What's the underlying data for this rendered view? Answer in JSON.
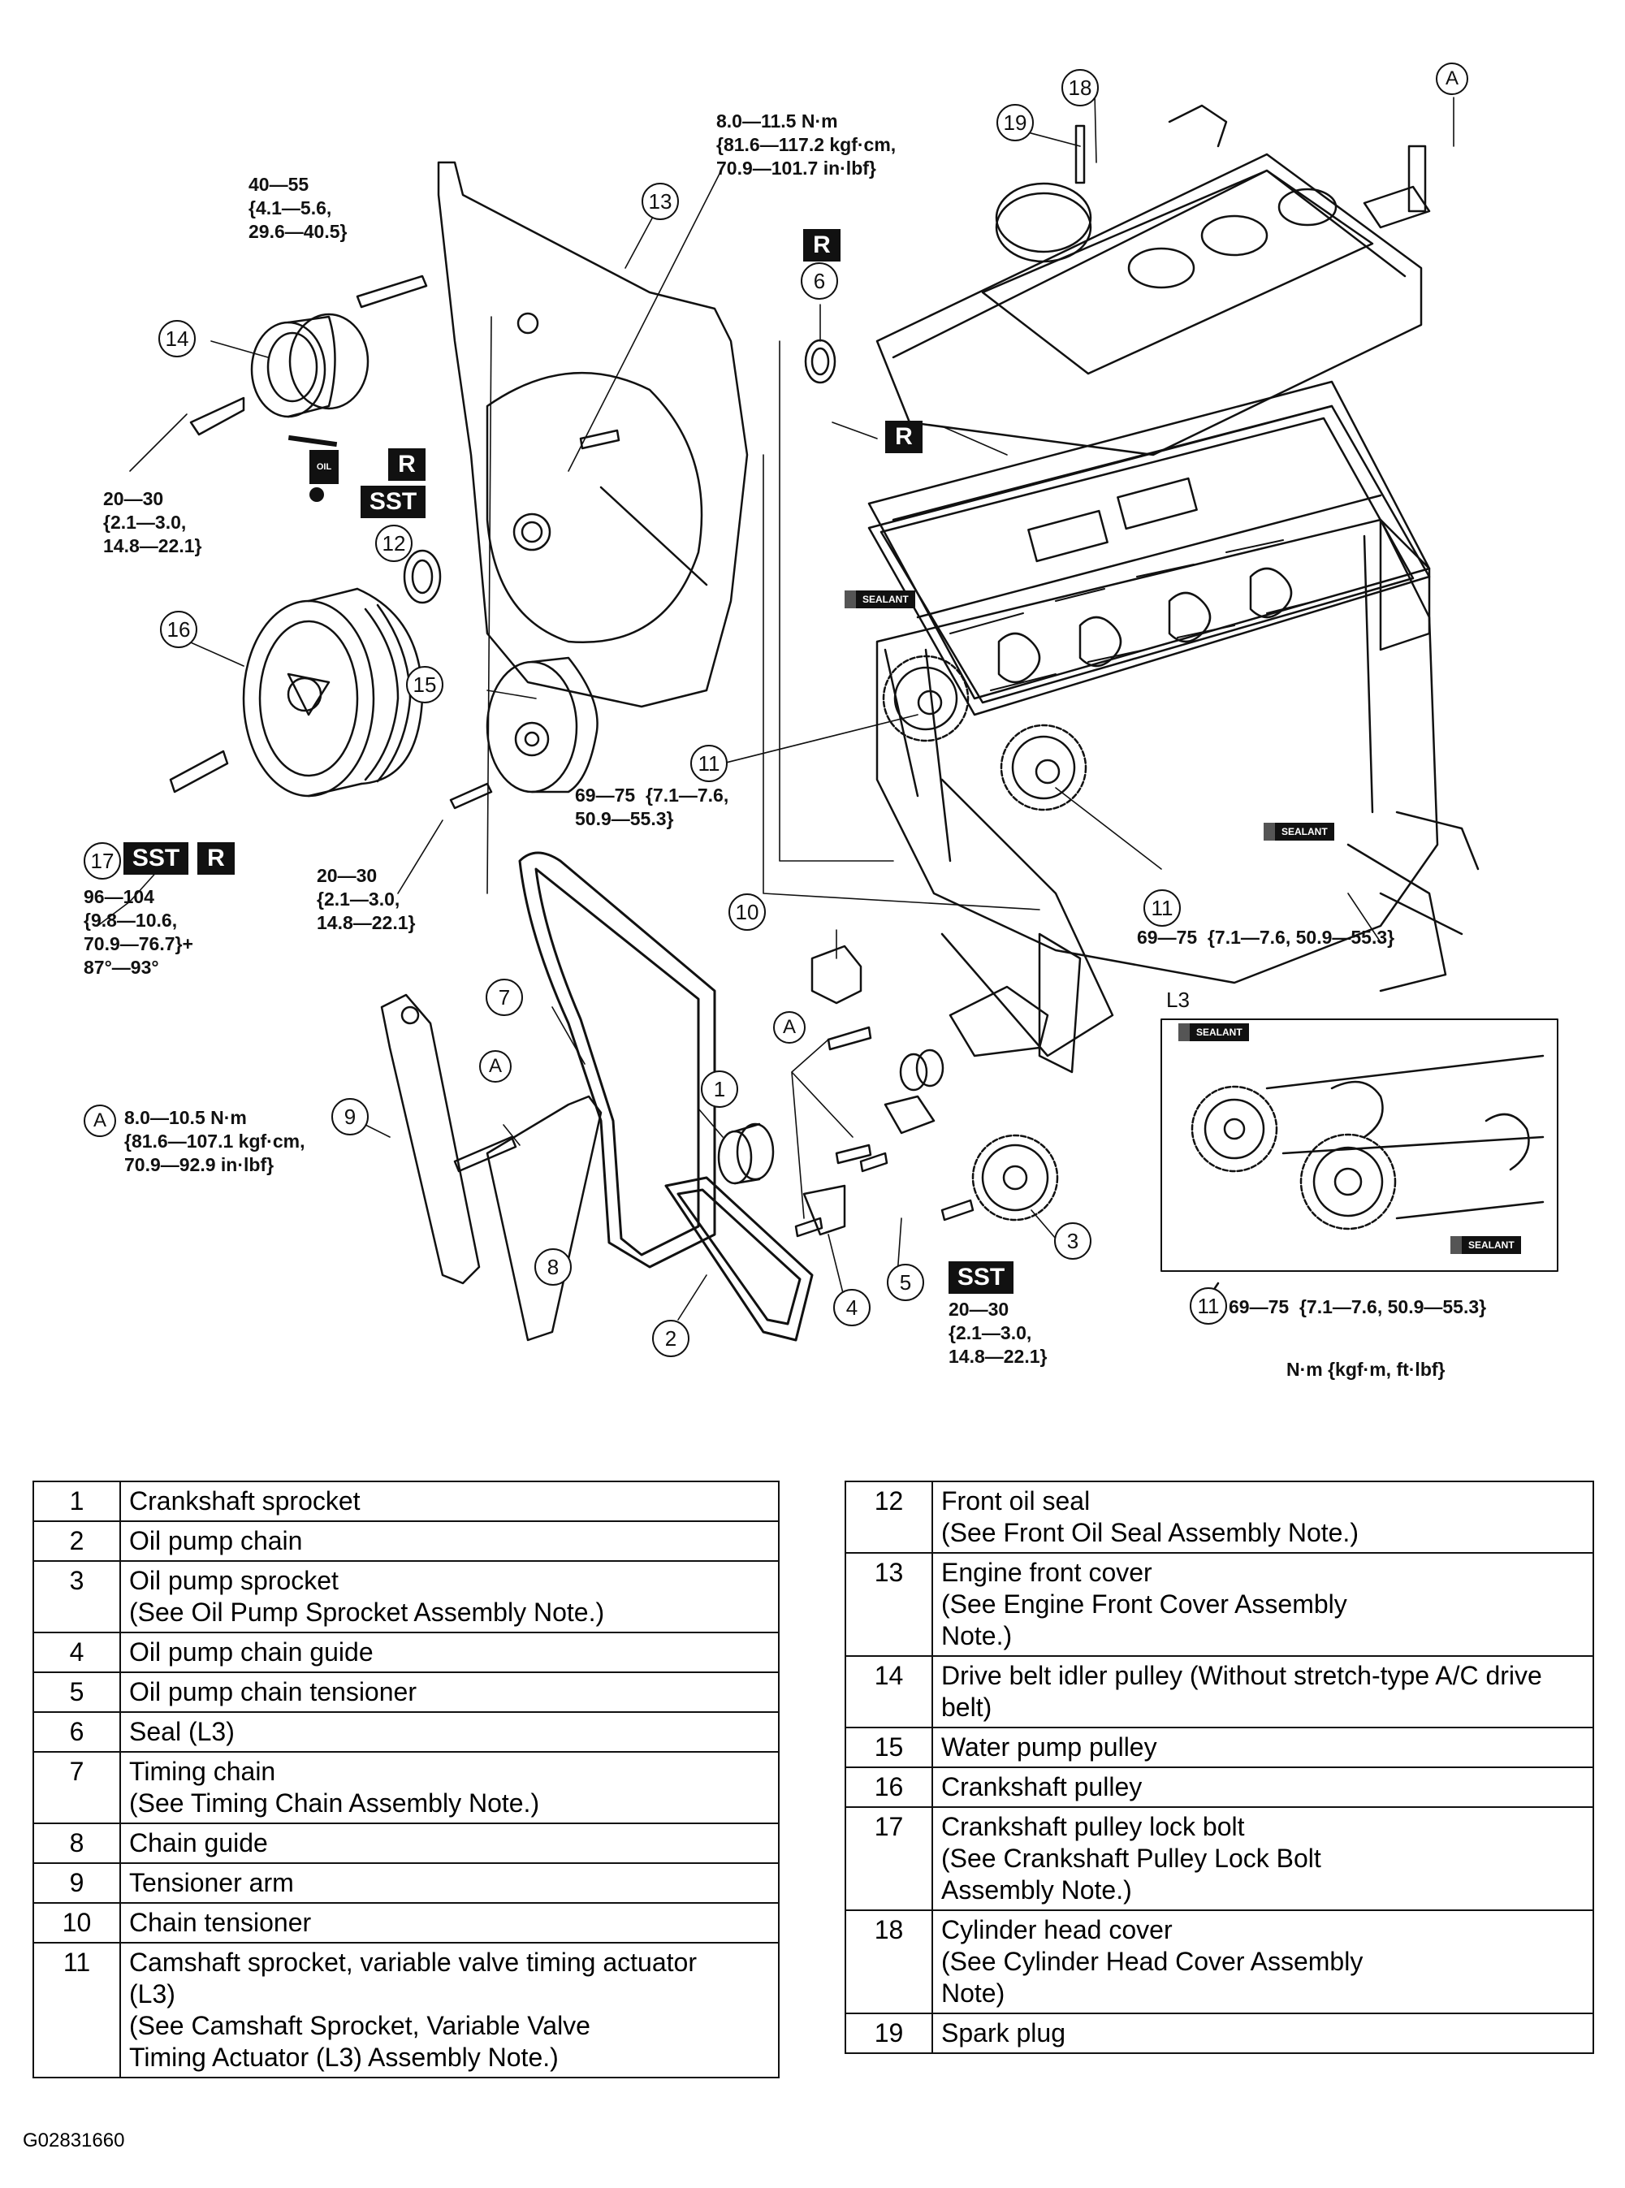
{
  "diagram": {
    "torques": {
      "t13": "40—55\n{4.1—5.6,\n29.6—40.5}",
      "t6": "8.0—11.5 N·m\n{81.6—117.2 kgf·cm,\n70.9—101.7 in·lbf}",
      "t14": "20—30\n{2.1—3.0,\n14.8—22.1}",
      "t17": "96—104\n{9.8—10.6,\n70.9—76.7}+\n87°—93°",
      "t15": "20—30\n{2.1—3.0,\n14.8—22.1}",
      "t11a": "69—75  {7.1—7.6,\n50.9—55.3}",
      "t11b": "69—75  {7.1—7.6, 50.9—55.3}",
      "tA": "8.0—10.5 N·m\n{81.6—107.1 kgf·cm,\n70.9—92.9 in·lbf}",
      "t3": "20—30\n{2.1—3.0,\n14.8—22.1}",
      "tL3": "69—75  {7.1—7.6, 50.9—55.3}"
    },
    "units": "N·m {kgf·m, ft·lbf}",
    "inset_label": "L3",
    "callouts": [
      "1",
      "2",
      "3",
      "4",
      "5",
      "6",
      "7",
      "8",
      "9",
      "10",
      "11",
      "12",
      "13",
      "14",
      "15",
      "16",
      "17",
      "18",
      "19"
    ],
    "letter_A": "A",
    "badge_r": "R",
    "badge_sst": "SST",
    "sealant": "SEALANT",
    "oil": "OIL"
  },
  "parts_left": [
    {
      "n": "1",
      "desc": "Crankshaft sprocket"
    },
    {
      "n": "2",
      "desc": "Oil pump chain"
    },
    {
      "n": "3",
      "desc": "Oil pump sprocket\n(See Oil Pump Sprocket Assembly Note.)"
    },
    {
      "n": "4",
      "desc": "Oil pump chain guide"
    },
    {
      "n": "5",
      "desc": "Oil pump chain tensioner"
    },
    {
      "n": "6",
      "desc": "Seal (L3)"
    },
    {
      "n": "7",
      "desc": "Timing chain\n(See Timing Chain Assembly Note.)"
    },
    {
      "n": "8",
      "desc": "Chain guide"
    },
    {
      "n": "9",
      "desc": "Tensioner arm"
    },
    {
      "n": "10",
      "desc": "Chain tensioner"
    },
    {
      "n": "11",
      "desc": "Camshaft sprocket, variable valve timing actuator\n(L3)\n(See Camshaft Sprocket, Variable Valve\nTiming Actuator (L3) Assembly Note.)"
    }
  ],
  "parts_right": [
    {
      "n": "12",
      "desc": "Front oil seal\n(See Front Oil Seal Assembly Note.)"
    },
    {
      "n": "13",
      "desc": "Engine front cover\n(See Engine Front Cover Assembly\nNote.)"
    },
    {
      "n": "14",
      "desc": "Drive belt idler pulley (Without stretch-type A/C drive\nbelt)"
    },
    {
      "n": "15",
      "desc": "Water pump pulley"
    },
    {
      "n": "16",
      "desc": "Crankshaft pulley"
    },
    {
      "n": "17",
      "desc": "Crankshaft pulley lock bolt\n(See Crankshaft Pulley Lock Bolt\nAssembly Note.)"
    },
    {
      "n": "18",
      "desc": "Cylinder head cover\n(See Cylinder Head Cover Assembly\nNote)"
    },
    {
      "n": "19",
      "desc": "Spark plug"
    }
  ],
  "figure_id": "G02831660"
}
